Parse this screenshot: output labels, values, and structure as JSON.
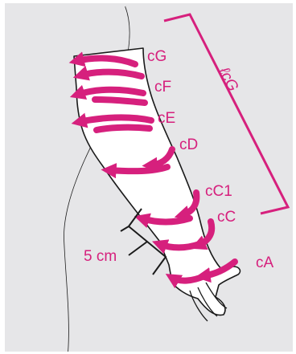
{
  "colors": {
    "background": "#e6e6e8",
    "frame": "#ffffff",
    "outline": "#1a1a1a",
    "skin": "#ffffff",
    "accent": "#d6207d",
    "accent_dark": "#a0135a"
  },
  "labels": {
    "cG": "cG",
    "cF": "cF",
    "cE": "cE",
    "cD": "cD",
    "cC1": "cC1",
    "cC": "cC",
    "cA": "cA",
    "length": "ℓcG",
    "distance": "5 cm"
  }
}
